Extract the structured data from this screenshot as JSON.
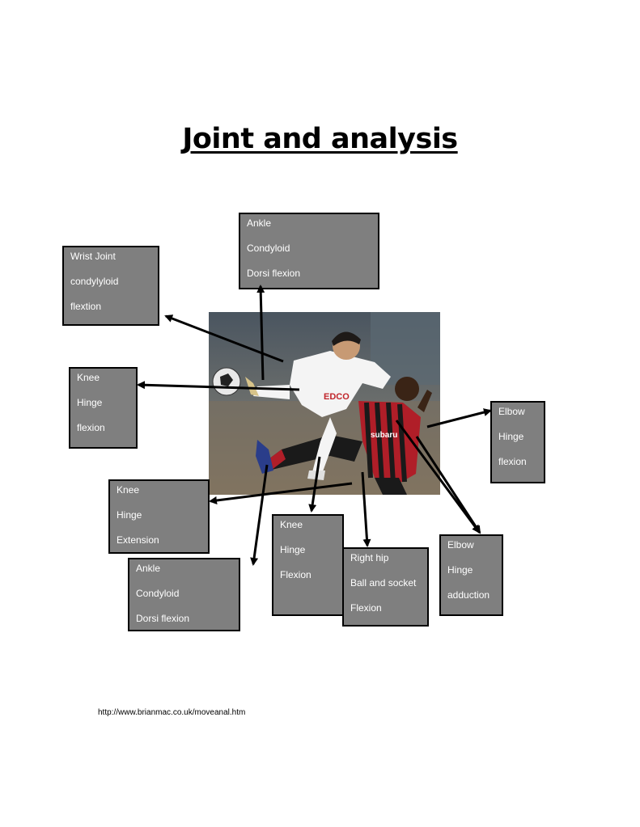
{
  "title": "Joint and analysis",
  "boxes": {
    "ankle_top": {
      "joint": "Ankle",
      "type": "Condyloid",
      "movement": "Dorsi flexion"
    },
    "wrist": {
      "joint": "Wrist Joint",
      "type": "condylyloid",
      "movement": "flextion"
    },
    "knee_left": {
      "joint": "Knee",
      "type": "Hinge",
      "movement": "flexion"
    },
    "elbow_right": {
      "joint": "Elbow",
      "type": "Hinge",
      "movement": "flexion"
    },
    "knee_ext": {
      "joint": "Knee",
      "type": "Hinge",
      "movement": "Extension"
    },
    "knee_mid": {
      "joint": "Knee",
      "type": "Hinge",
      "movement": "Flexion"
    },
    "hip": {
      "joint": "Right hip",
      "type": "Ball and socket",
      "movement": "Flexion"
    },
    "elbow_add": {
      "joint": "Elbow",
      "type": "Hinge",
      "movement": "adduction"
    },
    "ankle_bottom": {
      "joint": "Ankle",
      "type": "Condyloid",
      "movement": "Dorsi flexion"
    }
  },
  "source_url": "http://www.brianmac.co.uk/moveanal.htm"
}
